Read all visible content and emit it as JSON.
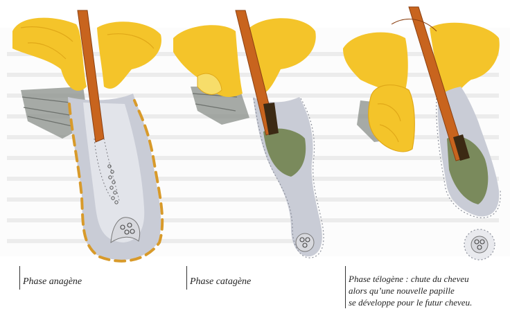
{
  "panels": [
    {
      "caption": "Phase anagène"
    },
    {
      "caption": "Phase catagène"
    },
    {
      "caption_lines": [
        "Phase télogène : chute du cheveu",
        "alors qu’une nouvelle papille",
        "se développe pour le futur cheveu."
      ]
    }
  ],
  "colors": {
    "gland": "#f4c42a",
    "gland_light": "#f7dd6a",
    "hair_shaft": "#c8641e",
    "hair_dark": "#3c2a14",
    "sheath": "#c9ccd6",
    "sheath_light": "#e2e4ea",
    "bulb_tissue": "#7a8a5c",
    "muscle": "#8a8f8a",
    "border_dash": "#d89a2a",
    "background_text": "#d8d8d8"
  }
}
